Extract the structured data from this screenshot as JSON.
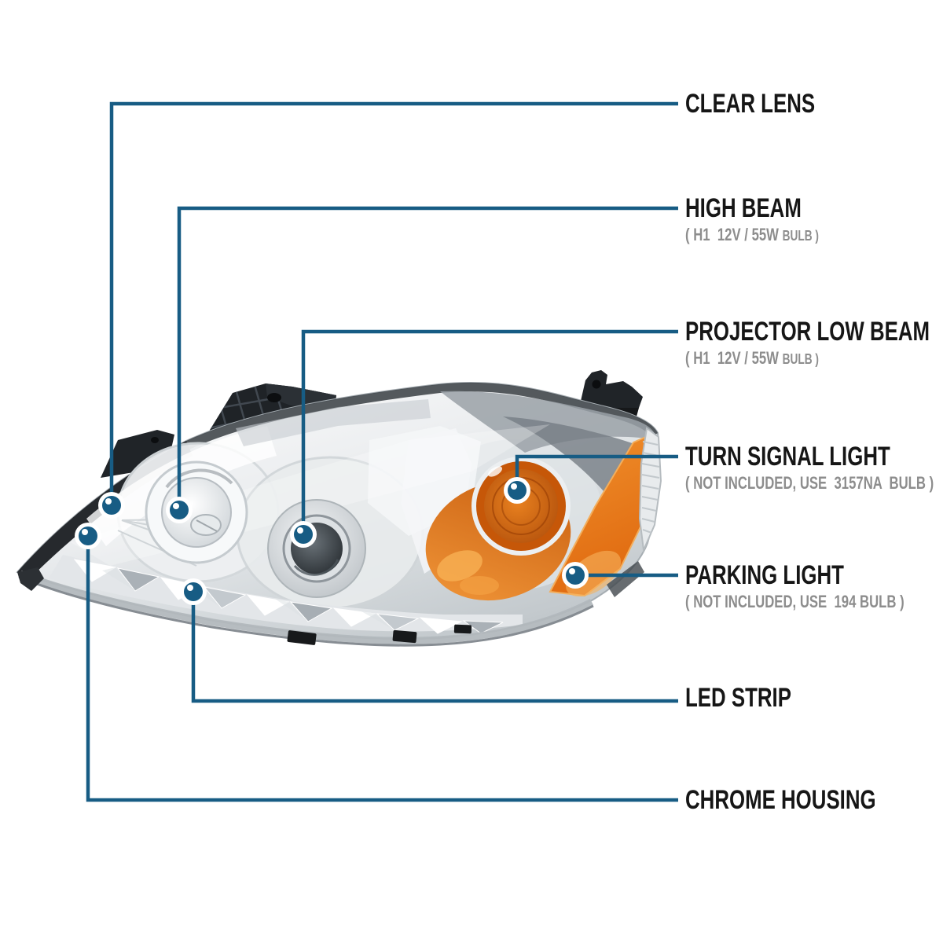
{
  "diagram": {
    "subject": "headlight-feature-callout-diagram",
    "colors": {
      "background": "#ffffff",
      "accent_line": "#175c84",
      "label_text": "#161616",
      "sublabel_text": "#8d8d8d",
      "amber": "#e8731c",
      "chrome": "#d4d9dc",
      "bracket_black": "#202428"
    }
  },
  "callouts": [
    {
      "id": "clear-lens",
      "label": "CLEAR LENS",
      "sub_main": "",
      "sub_small": ""
    },
    {
      "id": "high-beam",
      "label": "HIGH BEAM",
      "sub_main": "( H1  12V / 55W ",
      "sub_small": "BULB )"
    },
    {
      "id": "projector-low-beam",
      "label": "PROJECTOR LOW BEAM",
      "sub_main": "( H1  12V / 55W ",
      "sub_small": "BULB )"
    },
    {
      "id": "turn-signal-light",
      "label": "TURN SIGNAL LIGHT",
      "sub_main": "( NOT INCLUDED, USE  3157NA  BULB )",
      "sub_small": ""
    },
    {
      "id": "parking-light",
      "label": "PARKING LIGHT",
      "sub_main": "( NOT INCLUDED, USE  194 BULB )",
      "sub_small": ""
    },
    {
      "id": "led-strip",
      "label": "LED STRIP",
      "sub_main": "",
      "sub_small": ""
    },
    {
      "id": "chrome-housing",
      "label": "CHROME HOUSING",
      "sub_main": "",
      "sub_small": ""
    }
  ]
}
